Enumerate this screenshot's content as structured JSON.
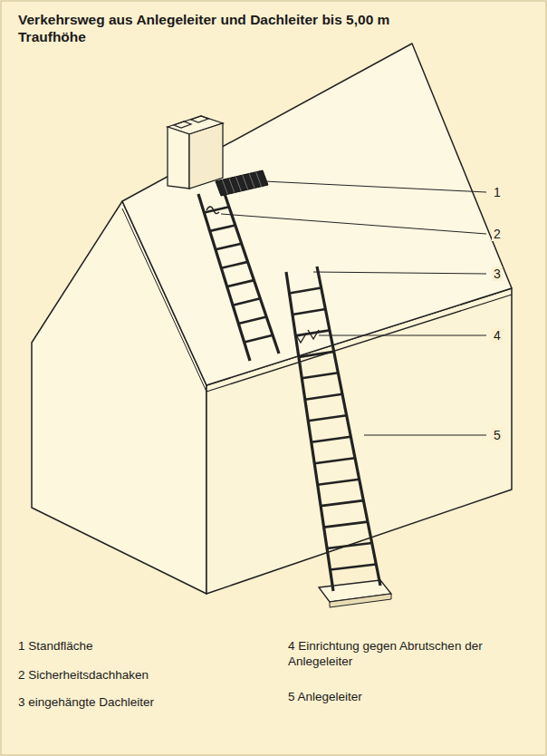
{
  "diagram": {
    "title": "Verkehrsweg aus Anlegeleiter und Dachleiter bis 5,00 m Traufhöhe",
    "labels": [
      "1",
      "2",
      "3",
      "4",
      "5",
      "1 Standfläche",
      "2 Sicherheitsdachhaken",
      "3 eingehängte Dachleiter",
      "4 Einrichtung gegen Abrutschen der Anlegeleiter",
      "5 Anlegeleiter"
    ]
  }
}
